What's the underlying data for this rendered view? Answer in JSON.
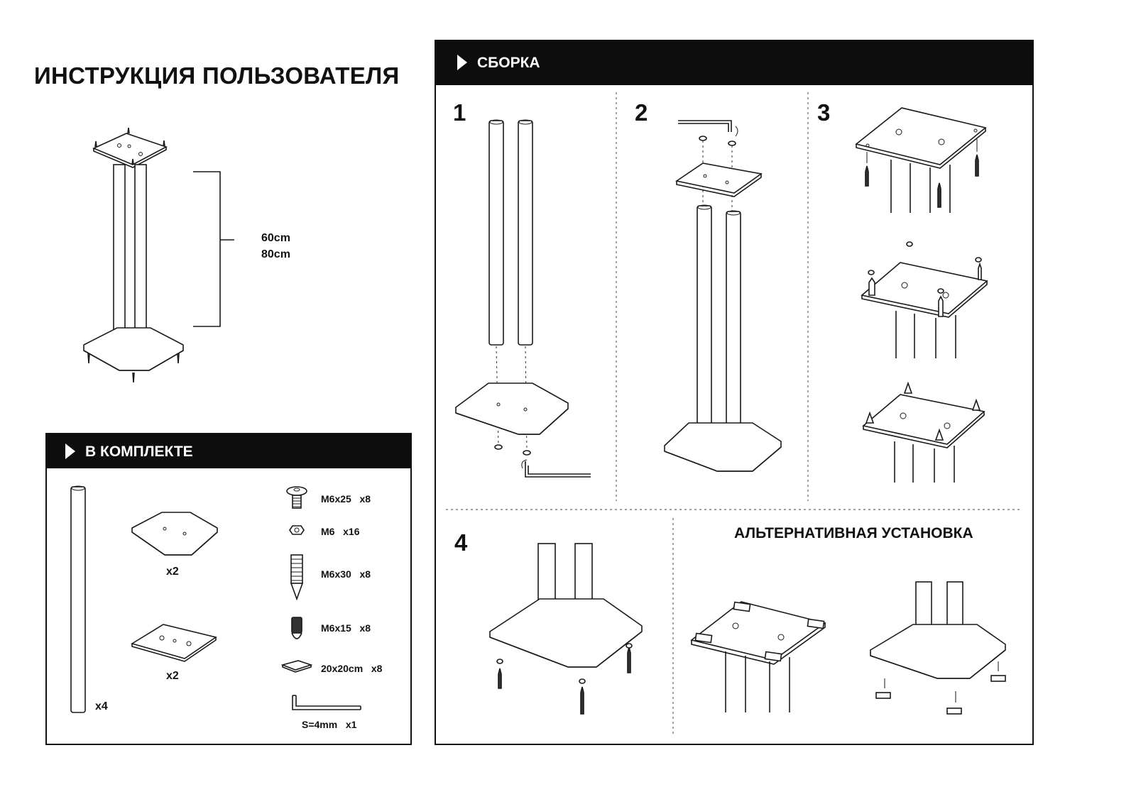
{
  "header": {
    "title": "ИНСТРУКЦИЯ ПОЛЬЗОВАТЕЛЯ"
  },
  "dimensions": {
    "height_1": "60cm",
    "height_2": "80cm"
  },
  "kit": {
    "title": "В КОМПЛЕКТЕ",
    "column_qty": "x4",
    "base_plate_qty": "x2",
    "top_plate_qty": "x2",
    "parts": [
      {
        "name": "M6x25",
        "qty": "x8",
        "icon": "bolt-icon"
      },
      {
        "name": "M6",
        "qty": "x16",
        "icon": "nut-icon"
      },
      {
        "name": "M6x30",
        "qty": "x8",
        "icon": "spike-icon"
      },
      {
        "name": "M6x15",
        "qty": "x8",
        "icon": "short-spike-icon"
      },
      {
        "name": "20x20cm",
        "qty": "x8",
        "icon": "pad-icon"
      },
      {
        "name": "S=4mm",
        "qty": "x1",
        "icon": "hex-key-icon"
      }
    ]
  },
  "assembly": {
    "title": "СБОРКА",
    "steps": [
      "1",
      "2",
      "3",
      "4"
    ],
    "alternative_title": "АЛЬТЕРНАТИВНАЯ УСТАНОВКА"
  }
}
